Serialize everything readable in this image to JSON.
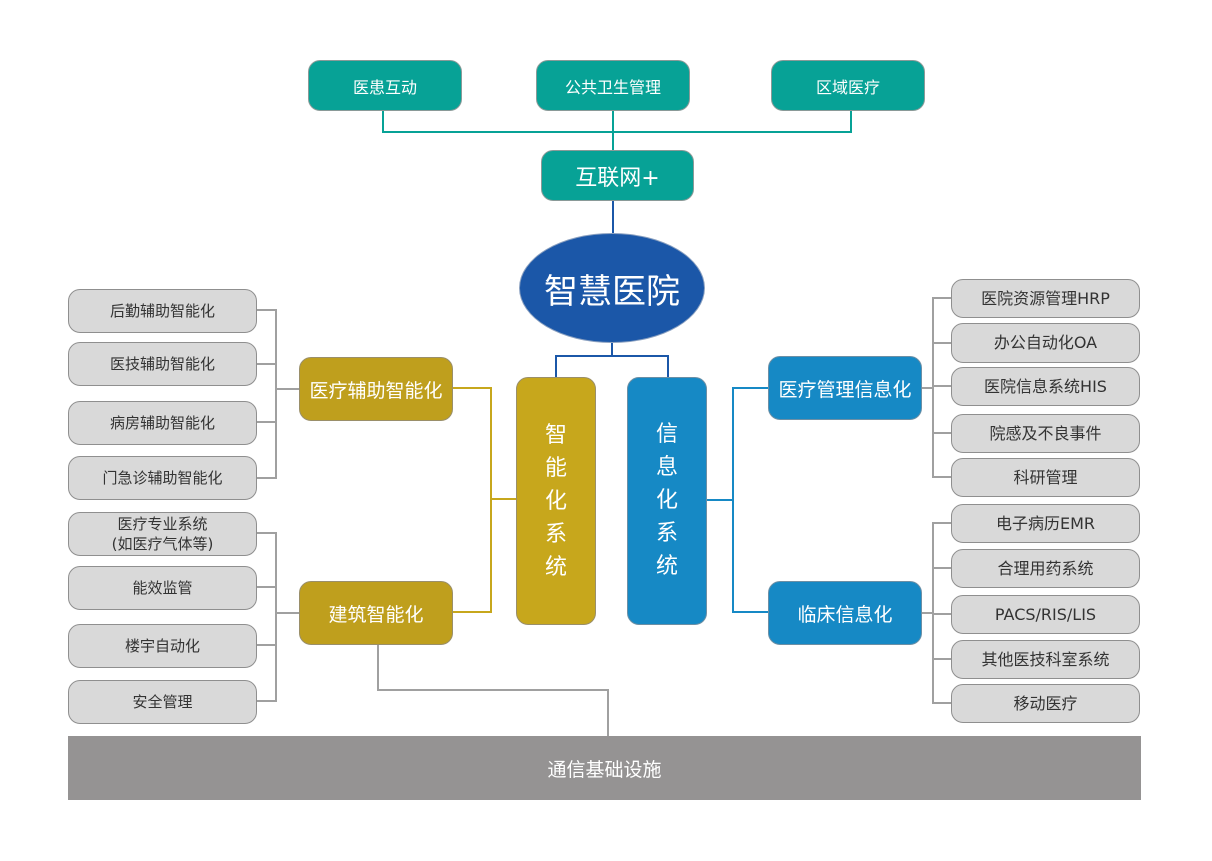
{
  "diagram": {
    "title": "智慧医院",
    "internet_plus": {
      "label": "互联网+",
      "children": [
        "医患互动",
        "公共卫生管理",
        "区域医疗"
      ]
    },
    "intelligent_system": {
      "label": "智能化系统",
      "chars": [
        "智",
        "能",
        "化",
        "系",
        "统"
      ],
      "groups": [
        {
          "label": "医疗辅助智能化",
          "children": [
            "后勤辅助智能化",
            "医技辅助智能化",
            "病房辅助智能化",
            "门急诊辅助智能化"
          ]
        },
        {
          "label": "建筑智能化",
          "children": [
            {
              "line1": "医疗专业系统",
              "line2": "(如医疗气体等)"
            },
            "能效监管",
            "楼宇自动化",
            "安全管理"
          ]
        }
      ]
    },
    "information_system": {
      "label": "信息化系统",
      "chars": [
        "信",
        "息",
        "化",
        "系",
        "统"
      ],
      "groups": [
        {
          "label": "医疗管理信息化",
          "children": [
            "医院资源管理HRP",
            "办公自动化OA",
            "医院信息系统HIS",
            "院感及不良事件",
            "科研管理"
          ]
        },
        {
          "label": "临床信息化",
          "children": [
            "电子病历EMR",
            "合理用药系统",
            "PACS/RIS/LIS",
            "其他医技科室系统",
            "移动医疗"
          ]
        }
      ]
    },
    "infrastructure": {
      "label": "通信基础设施"
    },
    "colors": {
      "teal": "#07a296",
      "navy": "#1b57a8",
      "gold": "#bf9f1d",
      "blue": "#1689c5",
      "gray_box": "#d9d9d9",
      "infrastructure_bar": "#959393",
      "connector_gray": "#a0a0a0"
    }
  }
}
